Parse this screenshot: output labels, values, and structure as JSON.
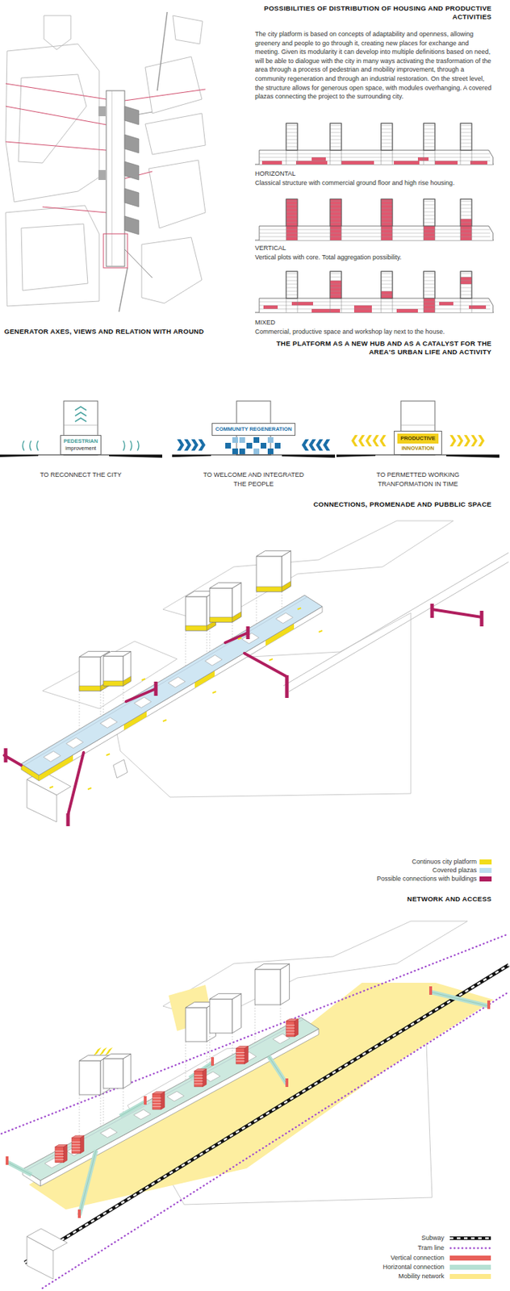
{
  "diagram": {
    "nodes": [
      {
        "text": [
          "PEDESTRIAN",
          "improvement"
        ]
      },
      {
        "text": [
          "COMMUNITY REGENERATION"
        ]
      },
      {
        "text": [
          "PRODUCTIVE",
          "INNOVATION"
        ]
      }
    ],
    "labels": [
      "POSSIBILITIES OF DISTRIBUTION OF HOUSING AND PRODUCTIVE ACTIVITIES",
      "The city platform is based on concepts of adaptability and openness, allowing greenery and people to go through it, creating new places for exchange and meeting. Given its modularity it can develop into multiple definitions based on need, will be able to dialogue with the city in many ways activating the trasformation of the area through a process of pedestrian and mobility improvement, through a community regeneration and through an industrial restoration. On the street level, the structure allows for generous open space, with modules overhanging. A covered plazas connecting the project to the surrounding city.",
      "HORIZONTAL",
      "Classical structure with commercial ground floor and high rise housing.",
      "VERTICAL",
      "Vertical plots with core. Total aggregation possibility.",
      "MIXED",
      "Commercial, productive space and workshop lay next to the house.",
      "GENERATOR AXES, VIEWS AND RELATION WITH AROUND",
      "THE PLATFORM AS A NEW HUB AND AS A CATALYST FOR THE AREA'S URBAN LIFE AND ACTIVITY",
      "TO RECONNECT THE CITY",
      "TO WELCOME AND INTEGRATED THE PEOPLE",
      "TO PERMETTED WORKING TRANFORMATION IN TIME",
      "CONNECTIONS, PROMENADE AND PUBBLIC SPACE",
      "NETWORK AND ACCESS"
    ],
    "legend": [
      {
        "text": "Continuos city platform",
        "color": "#f2dc1a"
      },
      {
        "text": "Covered plazas",
        "color": "#bcdff0"
      },
      {
        "text": "Possible connections with buildings",
        "color": "#b01e5e"
      },
      {
        "text": "Subway"
      },
      {
        "text": "Tram line"
      },
      {
        "text": "Vertical connection",
        "color": "#e8605a"
      },
      {
        "text": "Horizontal connection",
        "color": "#b5e0d3"
      },
      {
        "text": "Mobility network",
        "color": "#fde98a"
      }
    ]
  }
}
